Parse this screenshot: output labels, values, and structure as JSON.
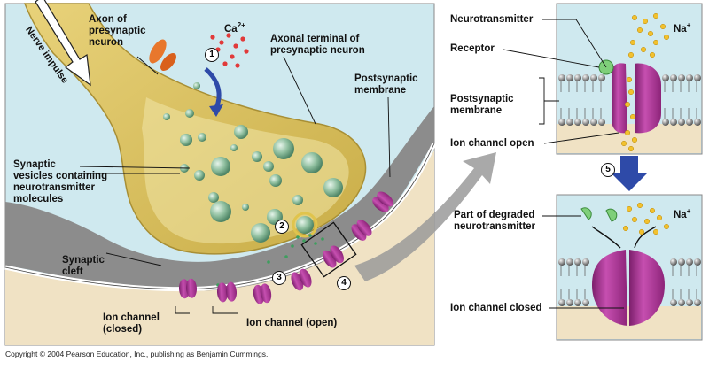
{
  "labels": {
    "nerve_impulse": "Nerve impulse",
    "axon": "Axon of\npresynaptic\nneuron",
    "calcium": "Ca",
    "calcium_charge": "2+",
    "axonal_terminal": "Axonal terminal of\npresynaptic neuron",
    "postsynaptic_membrane": "Postsynaptic\nmembrane",
    "synaptic_vesicles": "Synaptic\nvesicles containing\nneurotransmitter\nmolecules",
    "synaptic_cleft": "Synaptic\ncleft",
    "ion_channel_closed": "Ion channel\n(closed)",
    "ion_channel_open": "Ion channel (open)",
    "neurotransmitter": "Neurotransmitter",
    "receptor": "Receptor",
    "postsynaptic_membrane_right": "Postsynaptic\nmembrane",
    "ion_channel_open_right": "Ion channel open",
    "sodium_top": "Na",
    "sodium_bottom": "Na",
    "sodium_charge": "+",
    "degraded_neurotransmitter": "Part of degraded\nneurotransmitter",
    "ion_channel_closed_right": "Ion channel closed"
  },
  "steps": [
    "1",
    "2",
    "3",
    "4",
    "5"
  ],
  "copyright": "Copyright © 2004 Pearson Education, Inc., publishing as Benjamin Cummings.",
  "colors": {
    "background_blue": "#cfe9ef",
    "axon_yellow": "#ecd77a",
    "axon_inner": "#f1e6a8",
    "postsynaptic_grey": "#8c8c8c",
    "tissue_beige": "#f0e2c4",
    "vesicle_green": "#8fbf9f",
    "channel_magenta": "#b2359c",
    "sodium_yellow": "#f2c12e",
    "arrow_blue": "#2e4aa8"
  }
}
